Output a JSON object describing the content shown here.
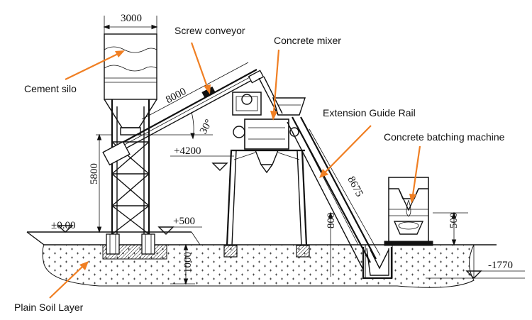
{
  "labels": {
    "cement_silo": "Cement silo",
    "screw_conveyor": "Screw conveyor",
    "concrete_mixer": "Concrete mixer",
    "extension_guide_rail": "Extension Guide Rail",
    "concrete_batching_machine": "Concrete batching machine",
    "plain_soil_layer": "Plain Soil Layer"
  },
  "dimensions": {
    "silo_width": "3000",
    "conveyor_length": "8000",
    "conveyor_angle": "30°",
    "discharge_height": "+4200",
    "silo_leg_height": "5800",
    "ground_level": "±0.00",
    "base_height": "+500",
    "foundation_depth": "1000",
    "pit_height": "800",
    "rail_length": "8675",
    "batcher_height": "500",
    "pit_depth": "-1770"
  },
  "colors": {
    "callout_arrow": "#f07f23",
    "line": "#111111"
  }
}
